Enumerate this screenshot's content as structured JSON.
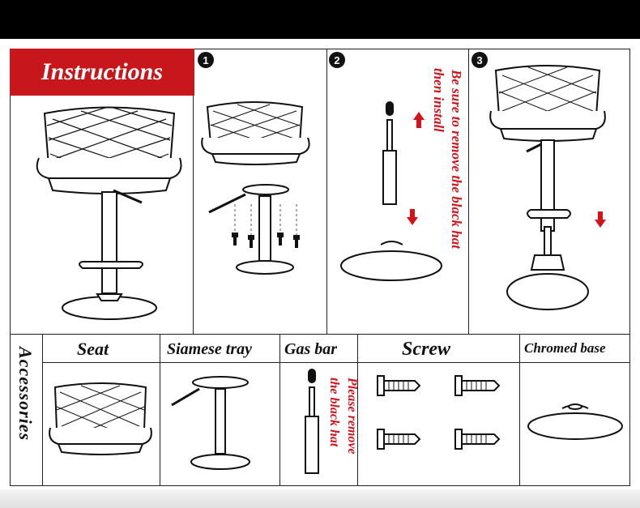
{
  "banner": {
    "title": "Instructions"
  },
  "steps": {
    "one": "1",
    "two": "2",
    "three": "3"
  },
  "step2_note": {
    "line1": "Be sure to remove the black hat",
    "line2": "then install"
  },
  "accessories": {
    "heading": "Accessories",
    "seat": "Seat",
    "tray": "Siamese tray",
    "gas_bar": "Gas bar",
    "screw": "Screw",
    "base": "Chromed base",
    "gas_note": {
      "line1": "Please remove",
      "line2": "the black hat"
    }
  },
  "colors": {
    "accent_red": "#c8171c",
    "text_red": "#d3121a",
    "line": "#222222"
  },
  "icons": [
    "bar-stool-icon",
    "arrow-up-icon",
    "arrow-down-icon",
    "screw-icon",
    "gas-lift-icon",
    "chromed-base-icon",
    "siamese-tray-icon"
  ]
}
